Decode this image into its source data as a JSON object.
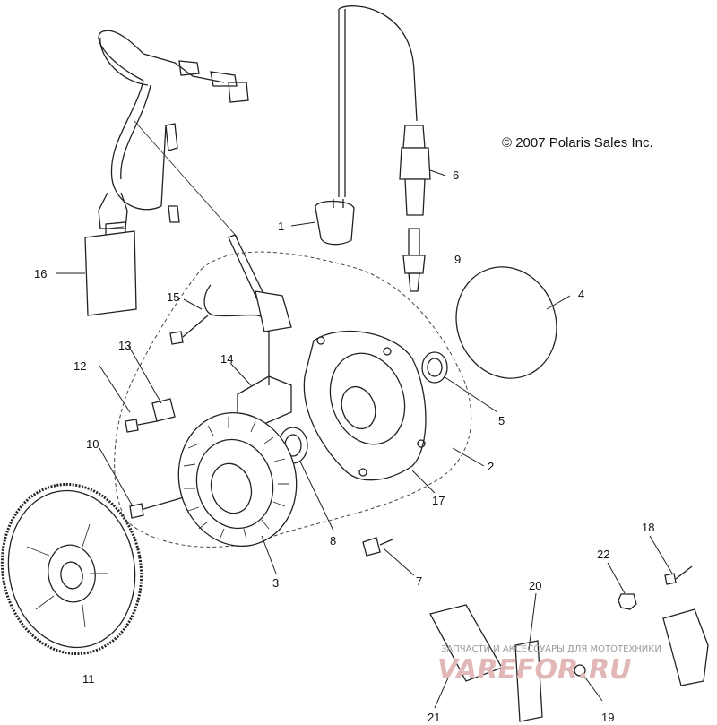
{
  "copyright": "© 2007 Polaris Sales Inc.",
  "watermark": {
    "caption": "ЗАПЧАСТИ И АКСЕССУАРЫ ДЛЯ МОТОТЕХНИКИ",
    "site": "VAREFOR.RU"
  },
  "callouts": [
    "1",
    "2",
    "3",
    "4",
    "5",
    "6",
    "7",
    "8",
    "9",
    "10",
    "11",
    "12",
    "13",
    "14",
    "15",
    "16",
    "17",
    "18",
    "19",
    "20",
    "21",
    "22"
  ]
}
